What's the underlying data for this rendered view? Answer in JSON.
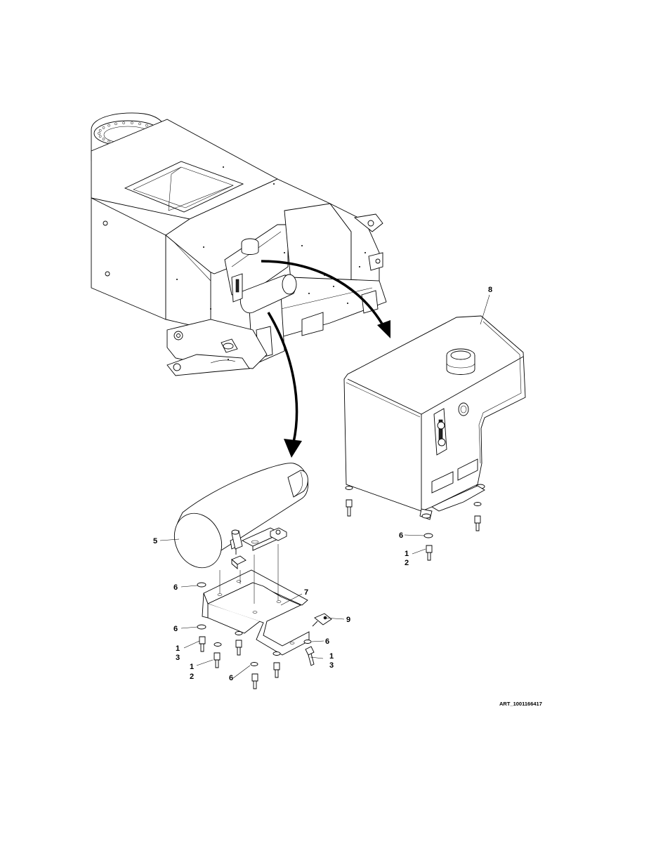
{
  "art_id": "ART_1001166417",
  "callouts": {
    "c8": "8",
    "c5": "5",
    "c7": "7",
    "c9": "9",
    "c6_tank": "6",
    "c1_tank": "1",
    "c2_tank": "2",
    "c6_a": "6",
    "c6_b": "6",
    "c1_a": "1",
    "c3_a": "3",
    "c1_b": "1",
    "c2_b": "2",
    "c6_c": "6",
    "c6_d": "6",
    "c1_c": "1",
    "c3_c": "3"
  }
}
